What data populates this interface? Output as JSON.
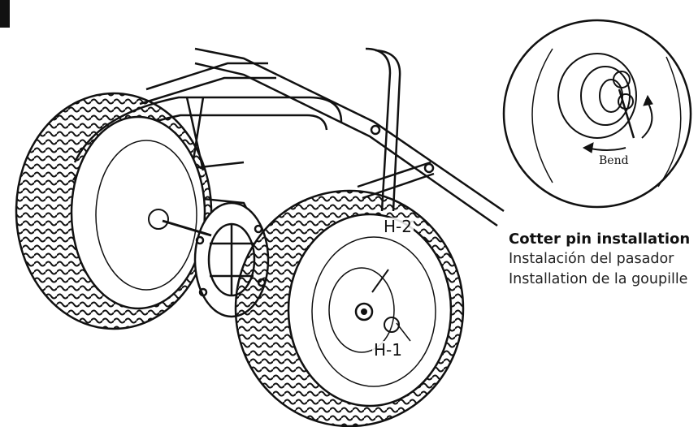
{
  "labels": {
    "h2": "H-2",
    "h1": "H-1",
    "bend": "Bend"
  },
  "caption": {
    "en": "Cotter pin installation",
    "es": "Instalación del pasador",
    "fr": "Installation de la goupille"
  },
  "colors": {
    "line": "#111111",
    "background": "#ffffff"
  }
}
